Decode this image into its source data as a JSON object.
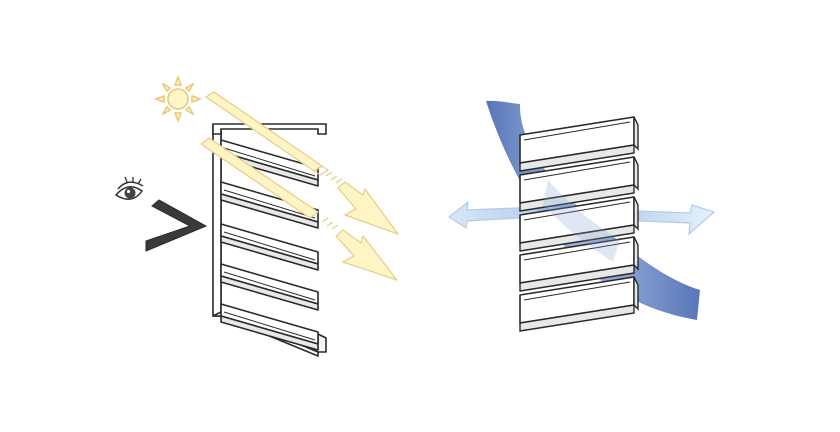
{
  "panels": [
    {
      "id": "left",
      "subject": "louvre-shading-and-view"
    },
    {
      "id": "right",
      "subject": "louvre-airflow"
    }
  ],
  "colors": {
    "background": "#ffffff",
    "louvre_stroke": "#2a2a2a",
    "louvre_face": "#ffffff",
    "louvre_shadow": "#e8e8e8",
    "sun_fill": "#fff6c8",
    "sun_stroke": "#e9c877",
    "sunbeam_fill": "#fff4c4",
    "sunbeam_stroke": "#e6cf8c",
    "view_arrow": "#3a3a3a",
    "airflow_dark": "#2f56a8",
    "airflow_light": "#bcd7ef"
  },
  "icons": [
    "sun-icon",
    "eye-icon",
    "view-arrow-icon",
    "airflow-arrow-icon"
  ]
}
